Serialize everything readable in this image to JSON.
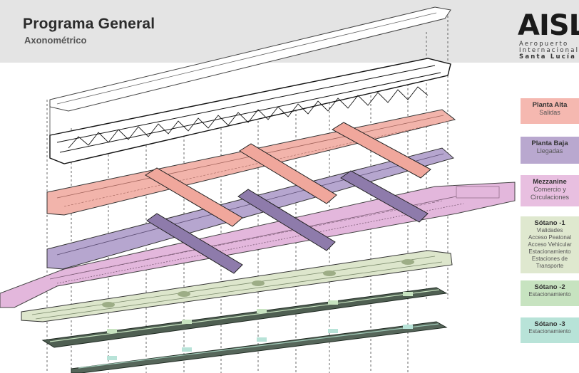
{
  "header": {
    "title": "Programa General",
    "subtitle": "Axonométrico"
  },
  "logo": {
    "mark": "AISL",
    "line1": "Aeropuerto",
    "line2": "Internacional",
    "line3": "Santa Lucía"
  },
  "legend": [
    {
      "title": "Planta Alta",
      "lines": [
        "Salidas"
      ],
      "color": "#f5b8b0"
    },
    {
      "title": "Planta Baja",
      "lines": [
        "Llegadas"
      ],
      "color": "#b9a8cf"
    },
    {
      "title": "Mezzanine",
      "lines": [
        "Comercio y",
        "Circulaciones"
      ],
      "color": "#e8bfe0"
    },
    {
      "title": "Sótano -1",
      "lines": [
        "Vialidades",
        "Acceso Peatonal",
        "Acceso Vehicular",
        "Estacionamiento",
        "Estaciones de",
        "Transporte"
      ],
      "color": "#dfe8cf"
    },
    {
      "title": "Sótano -2",
      "lines": [
        "Estacionamiento"
      ],
      "color": "#c7e3c0"
    },
    {
      "title": "Sótano -3",
      "lines": [
        "Estacionamiento"
      ],
      "color": "#b8e3d8"
    }
  ],
  "colors": {
    "roof": "#ffffff",
    "planta_alta": "#f2b4ab",
    "planta_baja": "#b6a6cf",
    "mezzanine": "#e3b7dc",
    "sotano1": "#dde6cc",
    "sotano2": "#4f5f52",
    "sotano3": "#56665a",
    "header_bg": "#e4e4e4"
  }
}
